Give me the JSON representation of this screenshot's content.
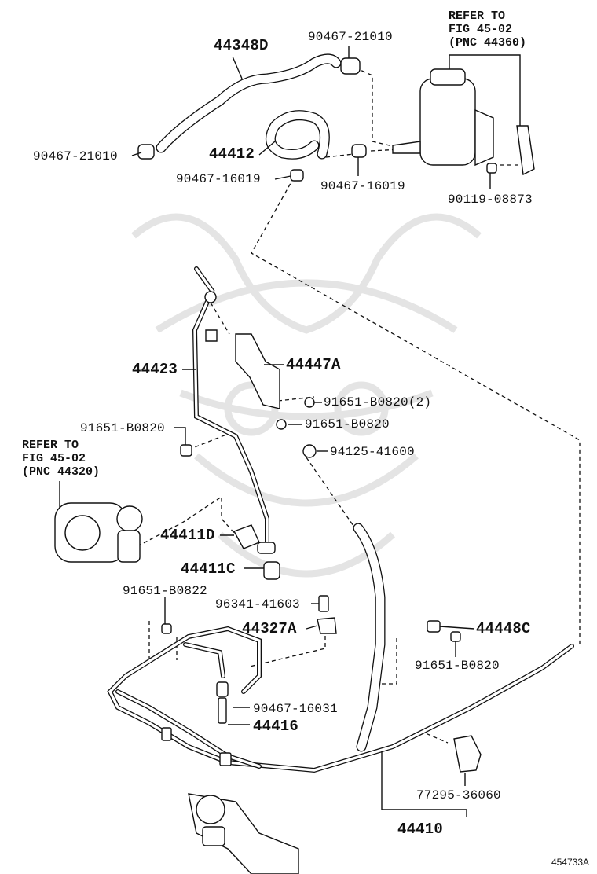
{
  "diagram": {
    "figure_id": "454733A",
    "notes": {
      "reservoir_ref": "REFER TO\nFIG 45-02\n(PNC 44360)",
      "pump_ref": "REFER TO\nFIG 45-02\n(PNC 44320)"
    },
    "labels": {
      "p44348D": "44348D",
      "p90467_21010_top": "90467-21010",
      "p90467_21010_left": "90467-21010",
      "p44412": "44412",
      "p90467_16019_left": "90467-16019",
      "p90467_16019_right": "90467-16019",
      "p90119_08873": "90119-08873",
      "p44423": "44423",
      "p44447A": "44447A",
      "p91651_B0820_2": "91651-B0820(2)",
      "p91651_B0820_mid": "91651-B0820",
      "p91651_B0820_left": "91651-B0820",
      "p94125_41600": "94125-41600",
      "p44411D": "44411D",
      "p44411C": "44411C",
      "p91651_B0822": "91651-B0822",
      "p96341_41603": "96341-41603",
      "p44327A": "44327A",
      "p44448C": "44448C",
      "p91651_B0820_right": "91651-B0820",
      "p90467_16031": "90467-16031",
      "p44416": "44416",
      "p77295_36060": "77295-36060",
      "p44410": "44410"
    }
  }
}
